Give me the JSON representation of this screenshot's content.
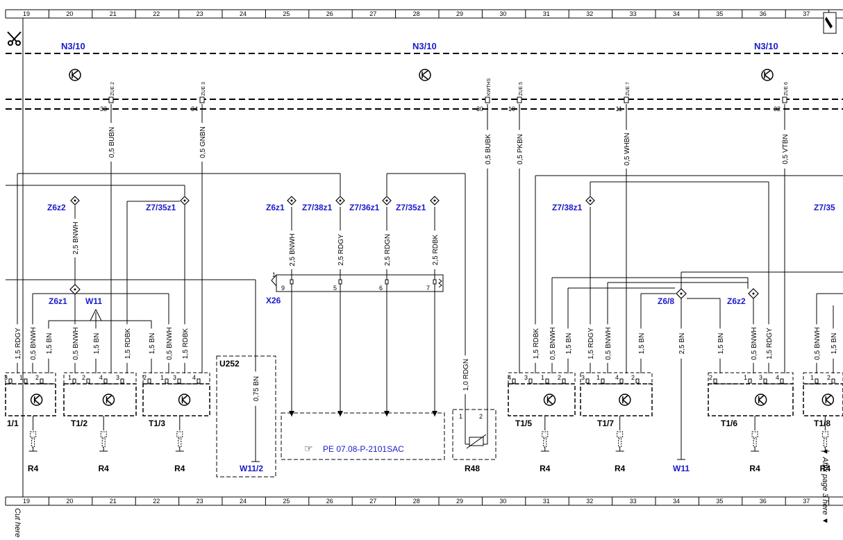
{
  "ruler_numbers": [
    "19",
    "20",
    "21",
    "22",
    "23",
    "24",
    "25",
    "26",
    "27",
    "28",
    "29",
    "30",
    "31",
    "32",
    "33",
    "34",
    "35",
    "36",
    "37"
  ],
  "edge_notes": {
    "cut_here": "Cut here",
    "affix": "▼ Affix page 3 here ▼"
  },
  "modules": {
    "left": "N3/10",
    "center": "N3/10",
    "right": "N3/10"
  },
  "pins": [
    {
      "label": "ZUE 2",
      "num": "33"
    },
    {
      "label": "ZUE 3",
      "num": "34"
    },
    {
      "label": "KWTHS",
      "num": "30"
    },
    {
      "label": "ZUE 5",
      "num": "10"
    },
    {
      "label": "ZUE 7",
      "num": "11"
    },
    {
      "label": "ZUE 6",
      "num": "32"
    }
  ],
  "wire_labels": {
    "w_bubn": "0,5 BUBN",
    "w_gnbn": "0,5 GNBN",
    "w_bubk": "0,5 BUBK",
    "w_pkbn": "0,5 PKBN",
    "w_whbn": "0,5 WHBN",
    "w_vtbn": "0,5 VTBN",
    "w_z6z2": "2,5 BNWH",
    "w_x26_1": "2,5 BNWH",
    "w_x26_2": "2,5 RDGY",
    "w_x26_3": "2,5 RDGN",
    "w_x26_4": "2,5 RDBK",
    "c1_a": "1,5 RDGY",
    "c1_b": "0,5 BNWH",
    "c1_c": "1,5 BN",
    "c2_a": "0,5 BNWH",
    "c2_b": "1,5 BN",
    "c2_c": "1,5 RDBK",
    "c3_a": "1,5 BN",
    "c3_b": "0,5 BNWH",
    "c3_c": "1,5 RDBK",
    "u252_w": "0,75 BN",
    "r48_w": "1,0 RDGN",
    "c5_a": "1,5 RDBK",
    "c5_b": "0,5 BNWH",
    "c5_c": "1,5 BN",
    "c7_a": "1,5 RDGY",
    "c7_b": "0,5 BNWH",
    "c7_c": "1,5 BN",
    "w11b": "2,5 BN",
    "c6_a": "1,5 BN",
    "c6_b": "0,5 BNWH",
    "c6_c": "1,5 RDGY",
    "c8_a": "0,5 BNWH",
    "c8_b": "1,5 BN"
  },
  "splices": {
    "z6z2": "Z6z2",
    "z7_35z1_left": "Z7/35z1",
    "z6z1_top": "Z6z1",
    "z7_38z1": "Z7/38z1",
    "z7_36z1": "Z7/36z1",
    "z7_35z1_mid": "Z7/35z1",
    "z7_38z1_right": "Z7/38z1",
    "z7_35_right": "Z7/35",
    "z6z1_low": "Z6z1",
    "w11": "W11",
    "z6_8": "Z6/8",
    "z6z2_right": "Z6z2"
  },
  "connector": {
    "name": "X26",
    "pin_first": "1",
    "pins": [
      "9",
      "5",
      "6",
      "7"
    ]
  },
  "components": {
    "t11": "1/1",
    "t12": "T1/2",
    "t13": "T1/3",
    "t15": "T1/5",
    "t17": "T1/7",
    "t16": "T1/6",
    "t18": "T1/8",
    "r4": "R4",
    "u252": "U252",
    "w112": "W11/2",
    "r48": "R48",
    "w11_ground": "W11"
  },
  "coil_pins": {
    "t11": [
      "3",
      "1",
      "2"
    ],
    "t12": [
      "1",
      "2",
      "4",
      "3"
    ],
    "t13": [
      "2",
      "1",
      "3",
      "4"
    ],
    "t15": [
      "4",
      "3",
      "1",
      "2"
    ],
    "t17": [
      "3",
      "1",
      "4",
      "2"
    ],
    "t16": [
      "2",
      "1",
      "3",
      "4"
    ],
    "t18": [
      "1",
      "2"
    ]
  },
  "r48_pins": [
    "1",
    "2"
  ],
  "reference": {
    "icon": "☞",
    "text": "PE 07.08-P-2101SAC"
  }
}
